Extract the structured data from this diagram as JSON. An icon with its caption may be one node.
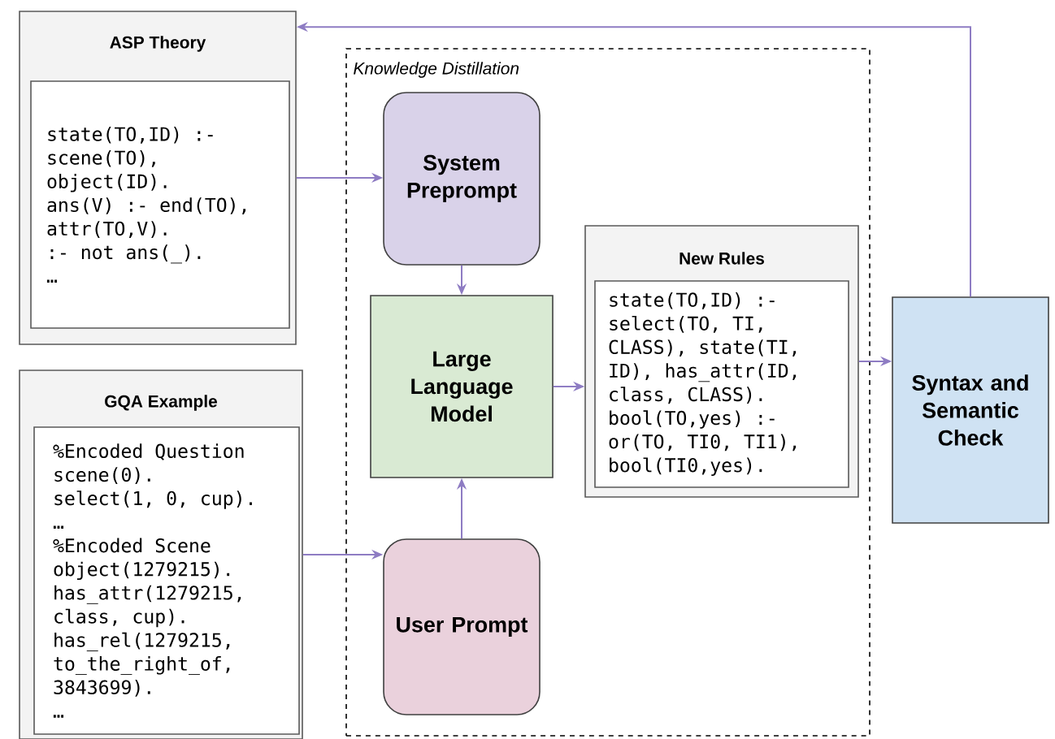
{
  "diagram": {
    "nodes": [
      {
        "text": [
          "ASP Theory"
        ]
      },
      {
        "text": [
          "state(TO,ID) :- scene(TO), object(ID).",
          "ans(V) :- end(TO), attr(TO,V).",
          ":- not ans(_).",
          "…"
        ],
        "in": 0
      },
      {
        "text": [
          "GQA Example"
        ]
      },
      {
        "text": [
          "%Encoded Question",
          "scene(0).",
          "select(1, 0, cup).",
          "…",
          "%Encoded Scene",
          "object(1279215).",
          "has_attr(1279215, class, cup).",
          "has_rel(1279215, to_the_right_of, 3843699).",
          "…"
        ],
        "in": 2
      },
      {
        "text": [
          "Knowledge Distillation"
        ]
      },
      {
        "text": [
          "System Preprompt"
        ],
        "in": 4
      },
      {
        "text": [
          "Large Language Model"
        ],
        "in": 4
      },
      {
        "text": [
          "User Prompt"
        ],
        "in": 4
      },
      {
        "text": [
          "New Rules"
        ],
        "in": 4
      },
      {
        "text": [
          "state(TO,ID) :- select(TO, TI, CLASS), state(TI, ID), has_attr(ID, class, CLASS).",
          "bool(TO,yes) :- or(TO, TI0, TI1), bool(TI0,yes)."
        ],
        "in": 8
      },
      {
        "text": [
          "Syntax and Semantic Check"
        ]
      }
    ],
    "edges": [
      {
        "from": 0,
        "to": 5,
        "arrow": "to"
      },
      {
        "from": 2,
        "to": 7,
        "arrow": "to"
      },
      {
        "from": 5,
        "to": 6,
        "arrow": "to"
      },
      {
        "from": 7,
        "to": 6,
        "arrow": "to"
      },
      {
        "from": 6,
        "to": 8,
        "arrow": "to"
      },
      {
        "from": 8,
        "to": 10,
        "arrow": "to"
      },
      {
        "from": 10,
        "to": 0,
        "arrow": "to"
      }
    ]
  }
}
